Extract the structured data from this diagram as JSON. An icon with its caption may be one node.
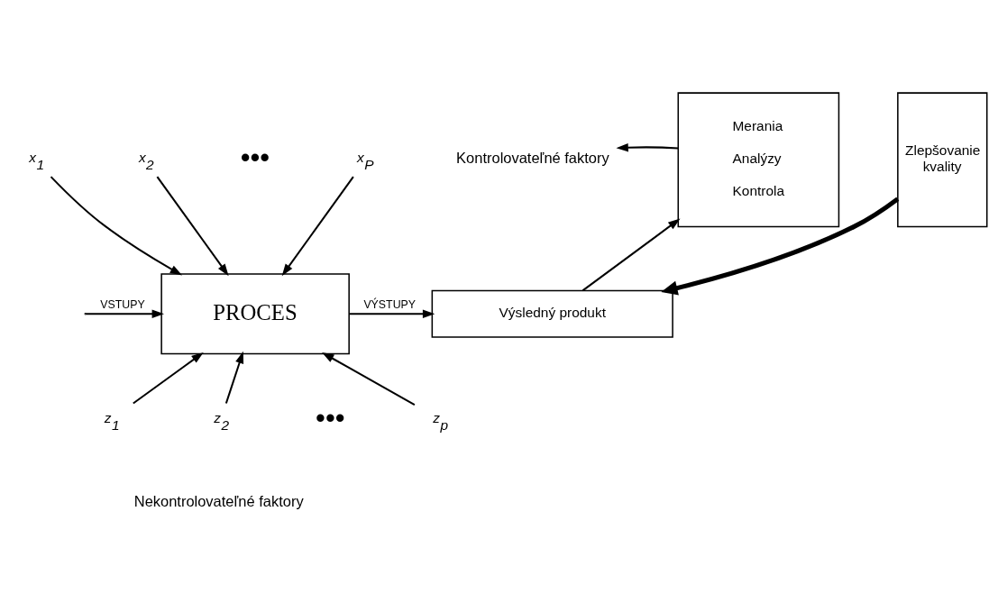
{
  "diagram": {
    "nodes": [
      {
        "text": [
          "Kontrolovateľné faktory"
        ]
      },
      {
        "text": [
          "Merania",
          "Analýzy",
          "Kontrola"
        ]
      },
      {
        "text": [
          "Zlepšovanie kvality"
        ]
      },
      {
        "text": [
          "x$_{1}$"
        ]
      },
      {
        "text": [
          "x$_{2}$"
        ]
      },
      {
        "text": [
          "x$_{P}$"
        ]
      },
      {
        "text": [
          "PROCES"
        ]
      },
      {
        "text": [
          "Výsledný produkt"
        ]
      },
      {
        "text": [
          "z$_{1}$"
        ]
      },
      {
        "text": [
          "z$_{2}$"
        ]
      },
      {
        "text": [
          "z$_{p}$"
        ]
      }
    ],
    "edges": [
      {
        "from": 1,
        "to": 0,
        "arrow": "to"
      },
      {
        "from": 3,
        "to": 6,
        "arrow": "to"
      },
      {
        "from": 4,
        "to": 6,
        "arrow": "to"
      },
      {
        "from": 5,
        "to": 6,
        "arrow": "to"
      },
      {
        "from": null,
        "to": 6,
        "arrow": "to",
        "label": "VSTUPY"
      },
      {
        "from": 6,
        "to": 7,
        "arrow": "to",
        "label": "VÝSTUPY"
      },
      {
        "from": 7,
        "to": 1,
        "arrow": "to"
      },
      {
        "from": 2,
        "to": 7,
        "arrow": "to",
        "style": "thick"
      },
      {
        "from": 8,
        "to": 6,
        "arrow": "to"
      },
      {
        "from": 9,
        "to": 6,
        "arrow": "to"
      },
      {
        "from": 10,
        "to": 6,
        "arrow": "to"
      }
    ],
    "labels": [
      "•••",
      "•••",
      "Nekontrolovateľné faktory"
    ]
  }
}
